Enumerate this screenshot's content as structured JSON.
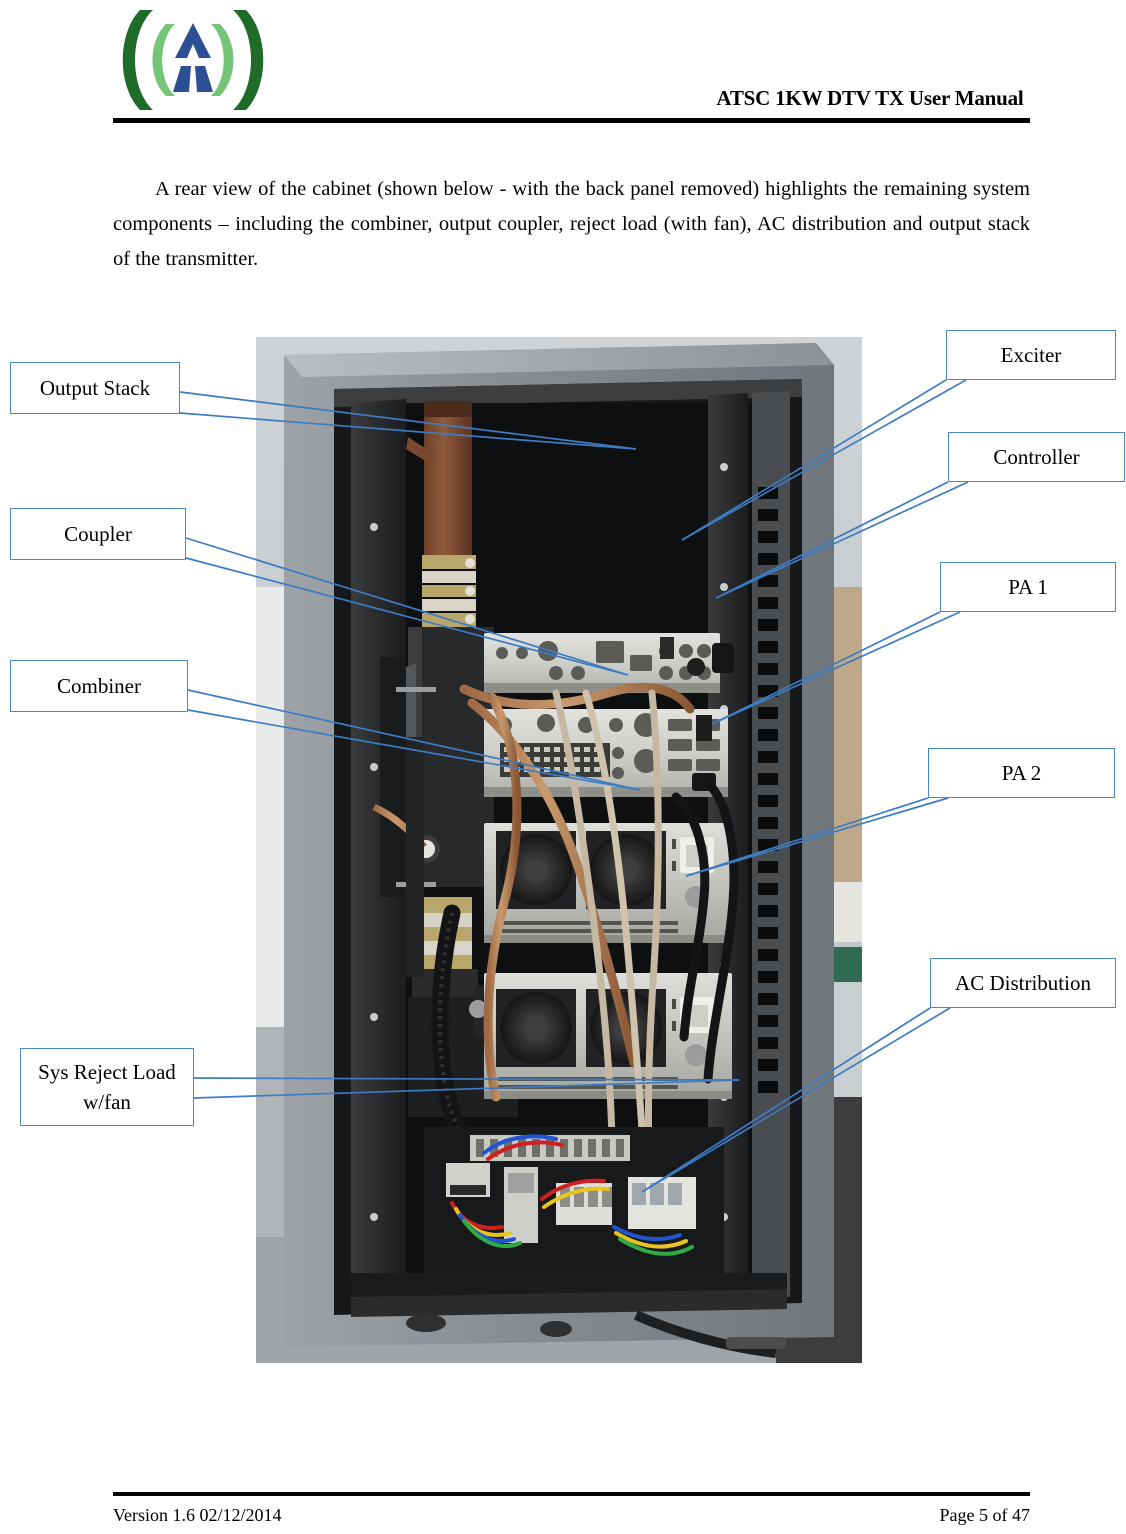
{
  "header": {
    "title": "ATSC 1KW DTV TX User Manual",
    "logo_name": "broadcast-antenna-logo",
    "logo_colors": {
      "letter": "#2d4f93",
      "arc_outer": "#1f6b28",
      "arc_inner": "#76c478"
    }
  },
  "body": {
    "paragraph": "A rear view of the cabinet (shown below - with the back panel removed) highlights the remaining system components – including the combiner, output coupler, reject load (with fan), AC distribution and output stack of the transmitter."
  },
  "figure": {
    "alt": "Rear view photograph of ATSC 1KW DTV transmitter cabinet with back panel removed",
    "callout_border_color": "#4a87c7",
    "leader_color": "#3d7cc4",
    "callouts": [
      {
        "id": "output-stack",
        "label": "Output Stack",
        "side": "left"
      },
      {
        "id": "coupler",
        "label": "Coupler",
        "side": "left"
      },
      {
        "id": "combiner",
        "label": "Combiner",
        "side": "left"
      },
      {
        "id": "sys-reject-load",
        "label": "Sys Reject Load\nw/fan",
        "side": "left"
      },
      {
        "id": "exciter",
        "label": "Exciter",
        "side": "right"
      },
      {
        "id": "controller",
        "label": "Controller",
        "side": "right"
      },
      {
        "id": "pa-1",
        "label": "PA 1",
        "side": "right"
      },
      {
        "id": "pa-2",
        "label": "PA 2",
        "side": "right"
      },
      {
        "id": "ac-distribution",
        "label": "AC Distribution",
        "side": "right"
      }
    ]
  },
  "footer": {
    "version": "Version 1.6 02/12/2014",
    "page": "Page 5 of 47"
  }
}
